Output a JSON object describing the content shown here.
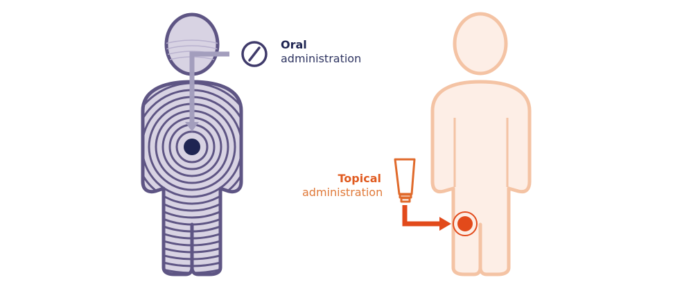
{
  "oral": {
    "title": "Oral",
    "subtitle": "administration",
    "icon": "prohibited-icon"
  },
  "topical": {
    "title": "Topical",
    "subtitle": "administration",
    "icon": "cream-tube-icon"
  },
  "colors": {
    "oral_outline": "#5e5584",
    "oral_fill": "#d8d3e3",
    "oral_arrow": "#a39ebd",
    "oral_target": "#1f2552",
    "topical_outline": "#f4c3a4",
    "topical_fill": "#fdeee6",
    "topical_accent": "#e24a1b",
    "topical_text": "#e06a2b"
  }
}
